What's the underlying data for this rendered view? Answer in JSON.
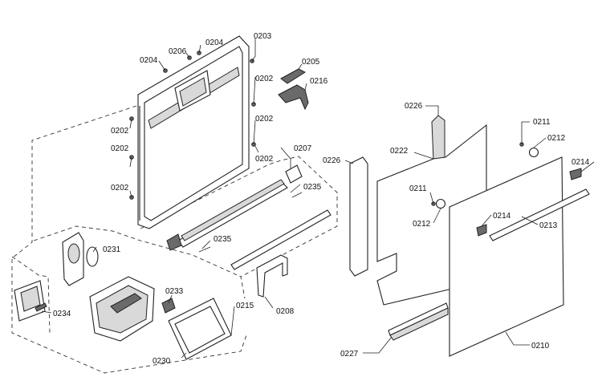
{
  "labels": {
    "p0202": "0202",
    "p0203": "0203",
    "p0204": "0204",
    "p0205": "0205",
    "p0206": "0206",
    "p0207": "0207",
    "p0208": "0208",
    "p0210": "0210",
    "p0211": "0211",
    "p0212": "0212",
    "p0213": "0213",
    "p0214": "0214",
    "p0215": "0215",
    "p0216": "0216",
    "p0222": "0222",
    "p0226": "0226",
    "p0227": "0227",
    "p0230": "0230",
    "p0231": "0231",
    "p0233": "0233",
    "p0234": "0234",
    "p0235": "0235"
  }
}
